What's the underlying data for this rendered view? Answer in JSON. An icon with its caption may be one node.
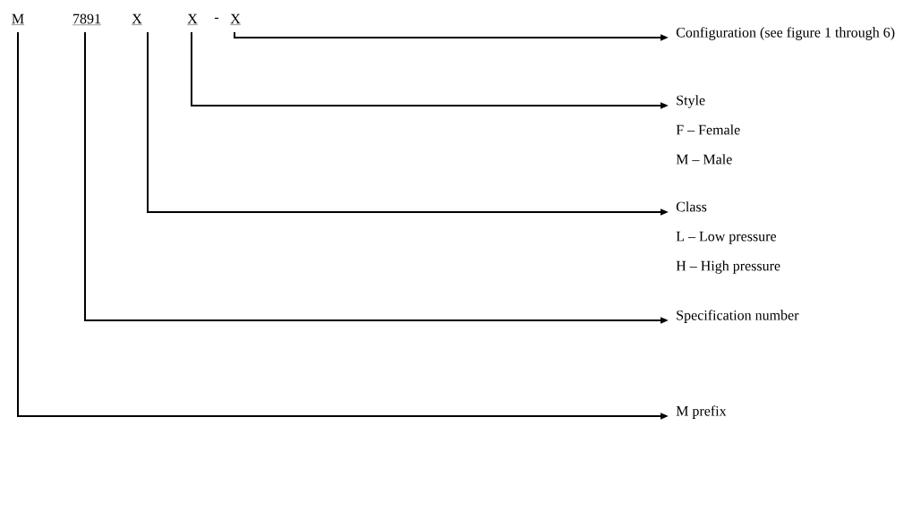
{
  "diagram": {
    "nodes": [
      {
        "text": [
          "M"
        ]
      },
      {
        "text": [
          "7891"
        ]
      },
      {
        "text": [
          "X"
        ]
      },
      {
        "text": [
          "X"
        ]
      },
      {
        "text": [
          "X"
        ]
      },
      {
        "text": [
          "Configuration (see figure 1 through 6)"
        ]
      },
      {
        "text": [
          "Style",
          "F – Female",
          "M – Male"
        ]
      },
      {
        "text": [
          "Class",
          "L – Low pressure",
          "H – High pressure"
        ]
      },
      {
        "text": [
          "Specification number"
        ]
      },
      {
        "text": [
          "M prefix"
        ]
      }
    ],
    "edges": [
      {
        "from": 4,
        "to": 5,
        "arrow": "to"
      },
      {
        "from": 3,
        "to": 6,
        "arrow": "to"
      },
      {
        "from": 2,
        "to": 7,
        "arrow": "to"
      },
      {
        "from": 1,
        "to": 8,
        "arrow": "to"
      },
      {
        "from": 0,
        "to": 9,
        "arrow": "to"
      }
    ],
    "labels": [
      "-"
    ]
  }
}
